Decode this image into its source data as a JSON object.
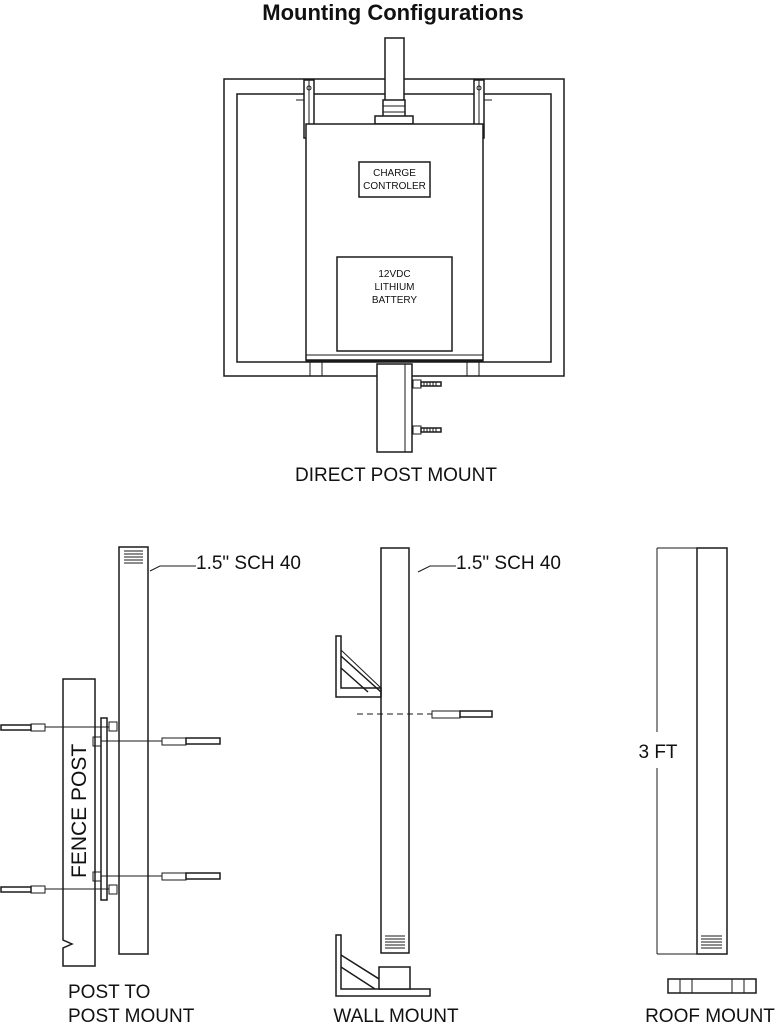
{
  "title": "Mounting Configurations",
  "direct_mount": {
    "caption": "DIRECT POST MOUNT",
    "controller_label": [
      "CHARGE",
      "CONTROLER"
    ],
    "battery_label": [
      "12VDC",
      "LITHIUM",
      "BATTERY"
    ]
  },
  "post_to_post": {
    "pipe_label": "1.5\" SCH 40",
    "fence_label": "FENCE POST",
    "caption": [
      "POST TO",
      "POST MOUNT"
    ]
  },
  "wall_mount": {
    "pipe_label": "1.5\" SCH 40",
    "caption": "WALL MOUNT"
  },
  "roof_mount": {
    "height_label": "3 FT",
    "caption": "ROOF MOUNT"
  }
}
